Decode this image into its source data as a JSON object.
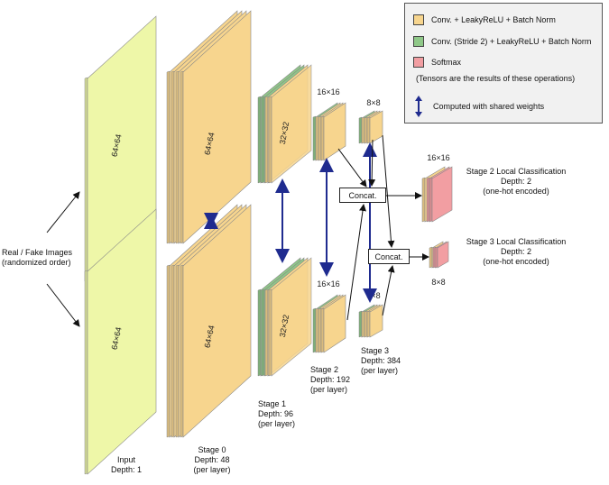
{
  "colors": {
    "input_fill": "#eef7a8",
    "conv_fill": "#f7d58e",
    "stride_fill": "#8fc888",
    "softmax_fill": "#f29ea2",
    "arrow_blue": "#1f2b8f",
    "outline": "#888888"
  },
  "legend": {
    "conv_label": "Conv. + LeakyReLU + Batch Norm",
    "stride_label": "Conv. (Stride 2) + LeakyReLU + Batch Norm",
    "softmax_label": "Softmax",
    "tensor_note": "(Tensors are the results of these operations)",
    "shared_label": "Computed with shared weights"
  },
  "inputs": {
    "line1": "Real / Fake Images",
    "line2": "(randomized order)"
  },
  "dims": {
    "s0_input": "64×64",
    "s0_conv": "64×64",
    "s1": "32×32",
    "s2": "16×16",
    "s3": "8×8",
    "out2": "16×16",
    "out3": "8×8"
  },
  "stages": {
    "input": {
      "title": "Input",
      "depth": "Depth: 1"
    },
    "stage0": {
      "title": "Stage 0",
      "depth": "Depth: 48",
      "note": "(per layer)"
    },
    "stage1": {
      "title": "Stage 1",
      "depth": "Depth: 96",
      "note": "(per layer)"
    },
    "stage2": {
      "title": "Stage 2",
      "depth": "Depth: 192",
      "note": "(per layer)"
    },
    "stage3": {
      "title": "Stage 3",
      "depth": "Depth: 384",
      "note": "(per layer)"
    }
  },
  "concat_label": "Concat.",
  "outputs": {
    "stage2": {
      "title": "Stage 2 Local Classification",
      "depth": "Depth: 2",
      "note": "(one-hot encoded)"
    },
    "stage3": {
      "title": "Stage 3 Local Classification",
      "depth": "Depth: 2",
      "note": "(one-hot encoded)"
    }
  }
}
